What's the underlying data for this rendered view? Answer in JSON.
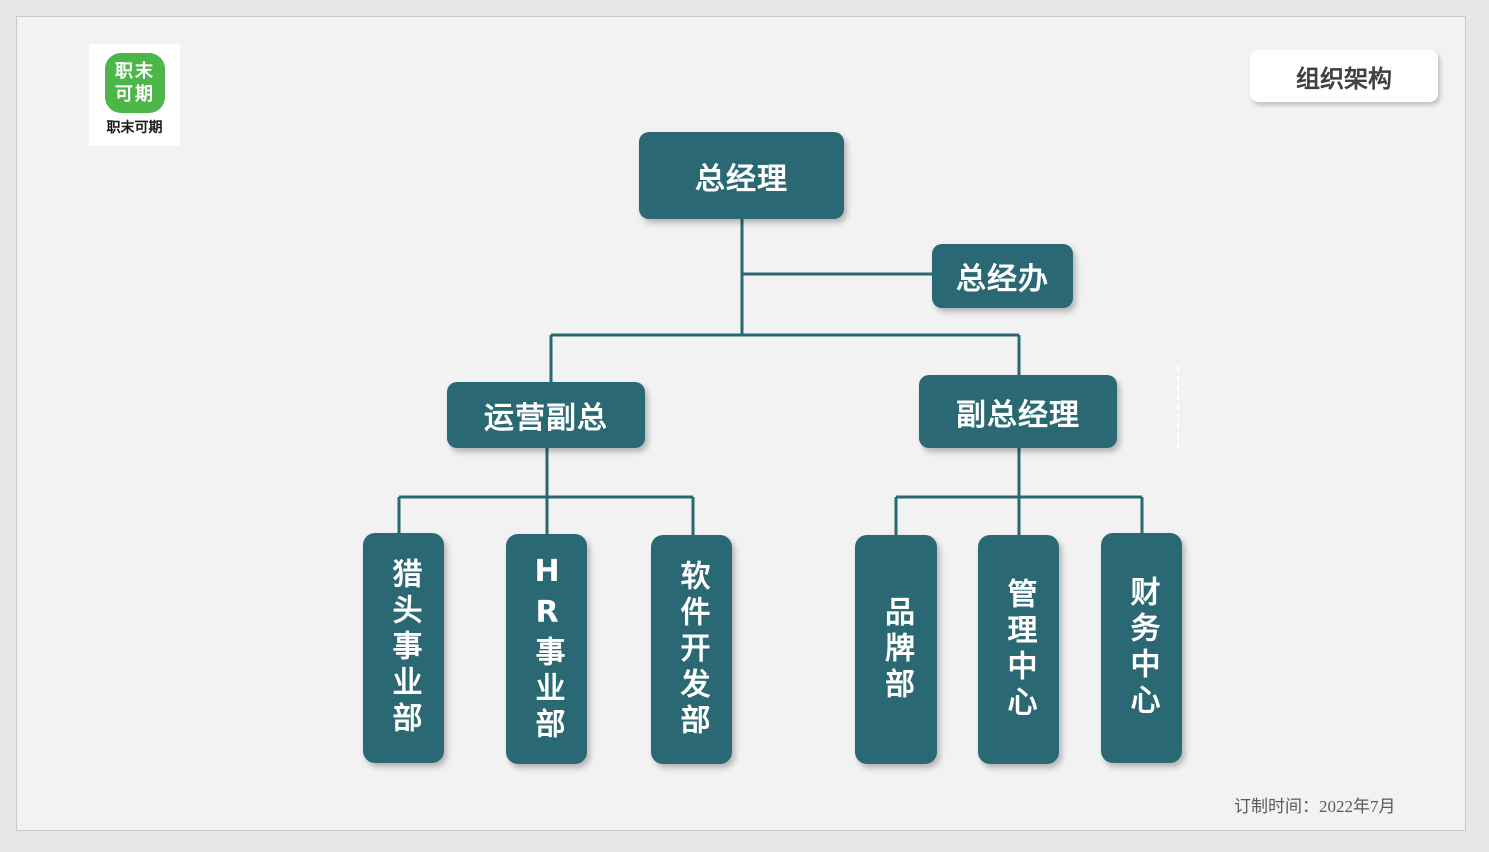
{
  "logo": {
    "mark_line1": "职末",
    "mark_line2": "可期",
    "name": "职末可期",
    "color": "#4cb648"
  },
  "title": "组织架构",
  "org": {
    "node_color": "#2a6973",
    "line_color": "#2a6973",
    "root": "总经理",
    "assistant": "总经办",
    "vp_left": "运营副总",
    "vp_right": "副总经理",
    "departments_left": [
      "猎头事业部",
      "HR事业部",
      "软件开发部"
    ],
    "departments_right": [
      "品牌部",
      "管理中心",
      "财务中心"
    ]
  },
  "footer": {
    "date_label": "订制时间：2022年7月"
  }
}
